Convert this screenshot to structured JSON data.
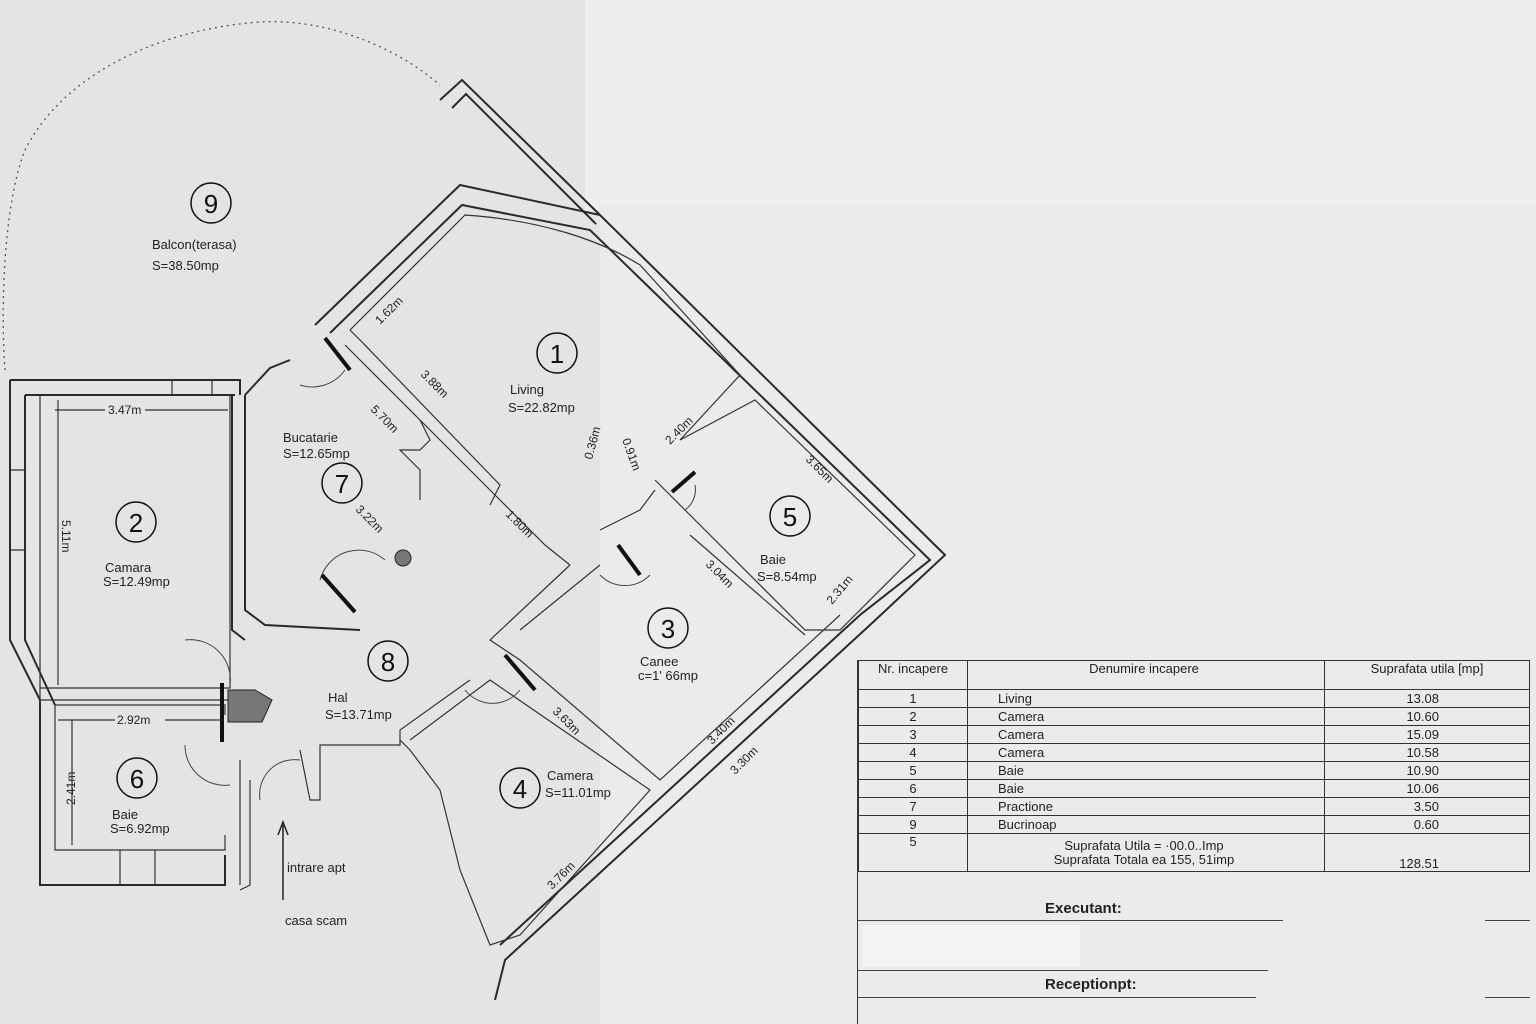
{
  "rooms": [
    {
      "number": "1",
      "name": "Living",
      "area": "S=22.82mp"
    },
    {
      "number": "2",
      "name": "Camara",
      "area": "S=12.49mp"
    },
    {
      "number": "3",
      "name": "Canee",
      "area": "c=1' 66mp"
    },
    {
      "number": "4",
      "name": "Camera",
      "area": "S=11.01mp"
    },
    {
      "number": "5",
      "name": "Baie",
      "area": "S=8.54mp"
    },
    {
      "number": "6",
      "name": "Baie",
      "area": "S=6.92mp"
    },
    {
      "number": "7",
      "name": "Bucatarie",
      "area": "S=12.65mp"
    },
    {
      "number": "8",
      "name": "Hal",
      "area": "S=13.71mp"
    },
    {
      "number": "9",
      "name": "Balcon(terasa)",
      "area": "S=38.50mp"
    }
  ],
  "dimensions": [
    "1.62m",
    "3.88m",
    "5.70m",
    "3.47m",
    "5.11m",
    "3.22m",
    "1.80m",
    "0.36m",
    "0.91m",
    "2.40m",
    "3.65m",
    "3.04m",
    "2.31m",
    "3.40m",
    "3.30m",
    "3.63m",
    "3.76m",
    "2.92m",
    "2.41m"
  ],
  "annotations": {
    "entrance": "intrare apt",
    "stairs": "casa scam"
  },
  "table": {
    "headers": [
      "Nr. incapere",
      "Denumire incapere",
      "Suprafata utila [mp]"
    ],
    "rows": [
      [
        "1",
        "Living",
        "13.08"
      ],
      [
        "2",
        "Camera",
        "10.60"
      ],
      [
        "3",
        "Camera",
        "15.09"
      ],
      [
        "4",
        "Camera",
        "10.58"
      ],
      [
        "5",
        "Baie",
        "10.90"
      ],
      [
        "6",
        "Baie",
        "10.06"
      ],
      [
        "7",
        "Practione",
        "3.50"
      ],
      [
        "9",
        "Bucrinoap",
        "0.60"
      ]
    ],
    "total_row": {
      "number": "5",
      "line1": "Suprafata Utila = ·00.0..Imp",
      "line2": "Suprafata Totala ea 155, 51imp",
      "value": "128.51"
    }
  },
  "signatures": {
    "executant": "Executant:",
    "receptionat": "Receptionpt:"
  }
}
